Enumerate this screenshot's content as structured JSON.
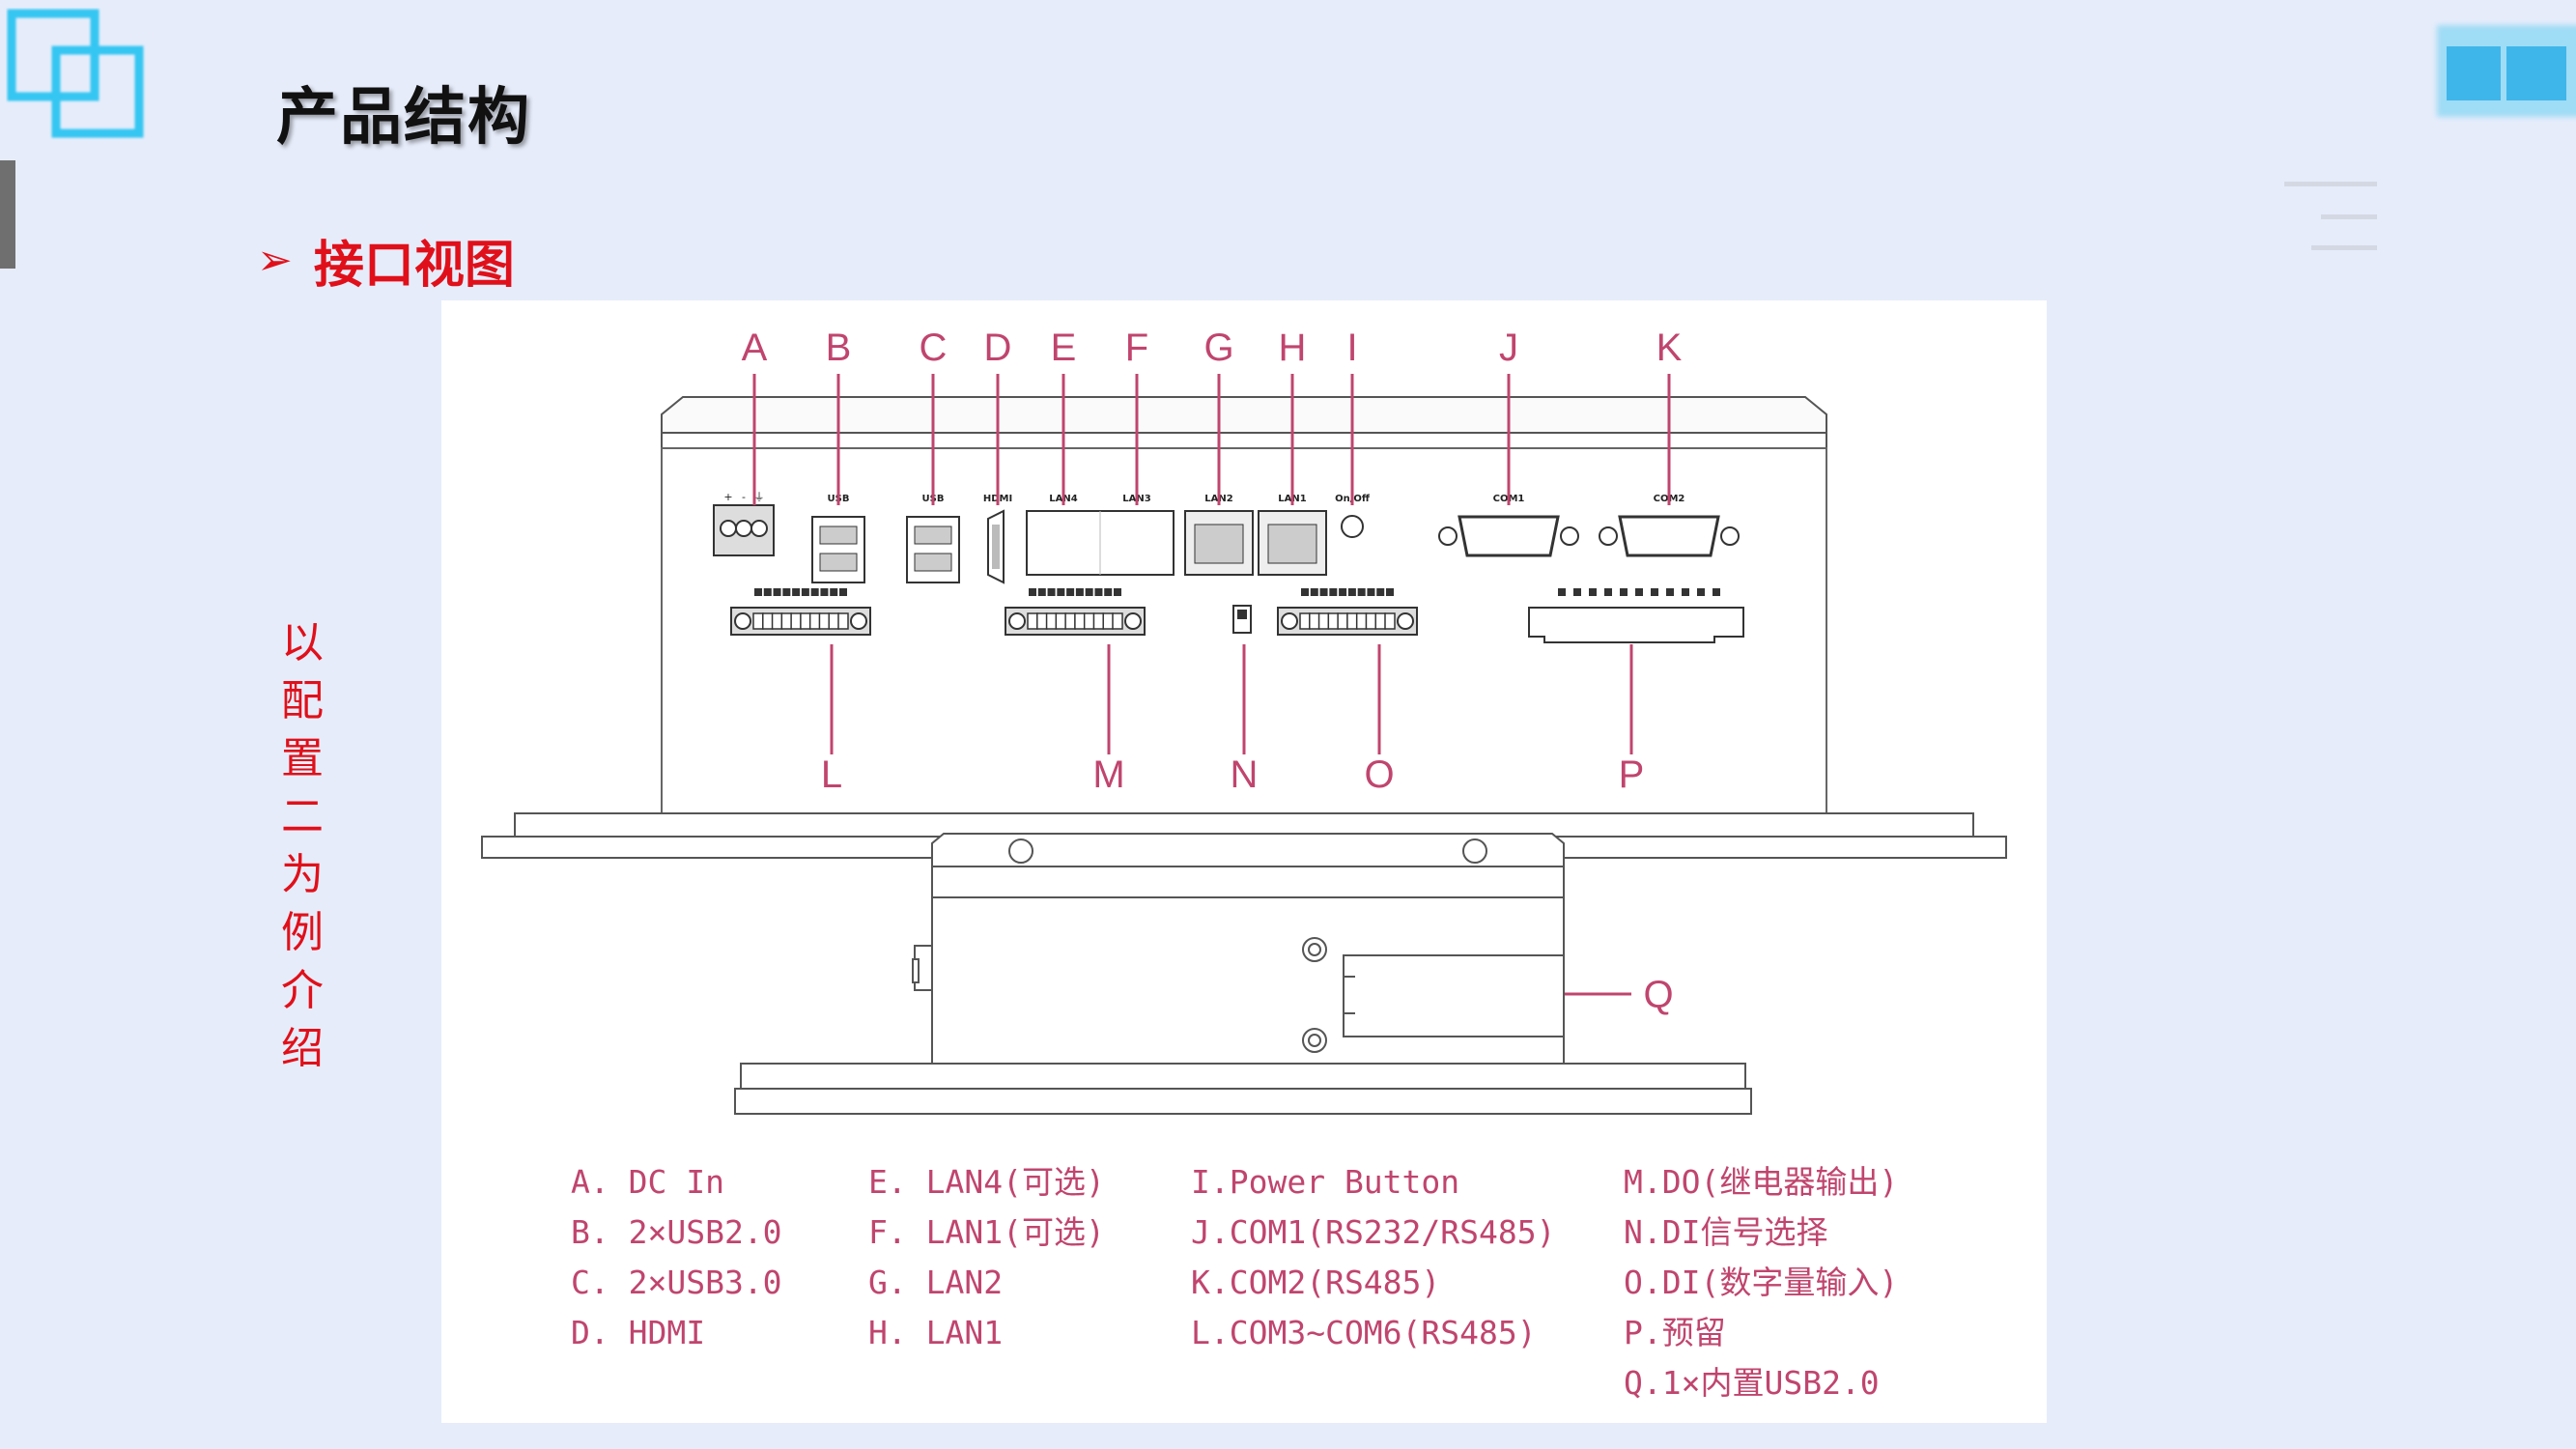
{
  "header": {
    "title": "产品结构",
    "subtitle_marker": "➢",
    "subtitle": "接口视图"
  },
  "side_note": "以配置二为例介绍",
  "colors": {
    "accent_red": "#e0101a",
    "label_pink": "#c0456e",
    "deco_cyan": "#35c6f2",
    "background": "#e6ecfa"
  },
  "diagram": {
    "top_labels": [
      "A",
      "B",
      "C",
      "D",
      "E",
      "F",
      "G",
      "H",
      "I",
      "J",
      "K"
    ],
    "bottom_labels": [
      "L",
      "M",
      "N",
      "O",
      "P"
    ],
    "side_label": "Q",
    "port_marks": {
      "usb_b": "USB",
      "usb_c": "USB",
      "hdmi": "HDMI",
      "lan_e": "LAN4",
      "lan_f": "LAN3",
      "lan_g": "LAN2",
      "lan_h": "LAN1",
      "power": "On/Off",
      "com1": "COM1",
      "com2": "COM2"
    },
    "legend": [
      [
        "A.  DC  In",
        "B.  2×USB2.0",
        "C.  2×USB3.0",
        "D.  HDMI"
      ],
      [
        "E.  LAN4(可选)",
        "F.  LAN1(可选)",
        "G.  LAN2",
        "H.  LAN1"
      ],
      [
        "I.Power  Button",
        "J.COM1(RS232/RS485)",
        "K.COM2(RS485)",
        "L.COM3~COM6(RS485)"
      ],
      [
        "M.DO(继电器输出)",
        "N.DI信号选择",
        "O.DI(数字量输入)",
        "P.预留",
        "Q.1×内置USB2.0"
      ]
    ]
  }
}
